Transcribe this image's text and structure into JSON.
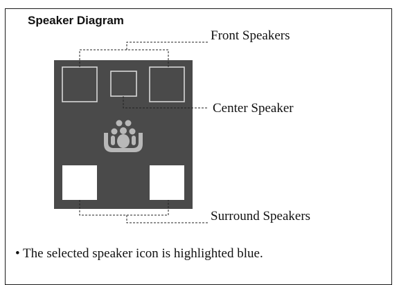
{
  "title": "Speaker Diagram",
  "labels": {
    "front": "Front Speakers",
    "center": "Center Speaker",
    "surround": "Surround Speakers"
  },
  "note": "• The selected speaker icon is highlighted blue.",
  "colors": {
    "room": "#4a4a4a",
    "speaker_outline": "#d8d8d8",
    "surround_fill": "#ffffff",
    "listener": "#b8b8b8",
    "text": "#111111"
  },
  "icons": {
    "listener": "listener-icon"
  }
}
